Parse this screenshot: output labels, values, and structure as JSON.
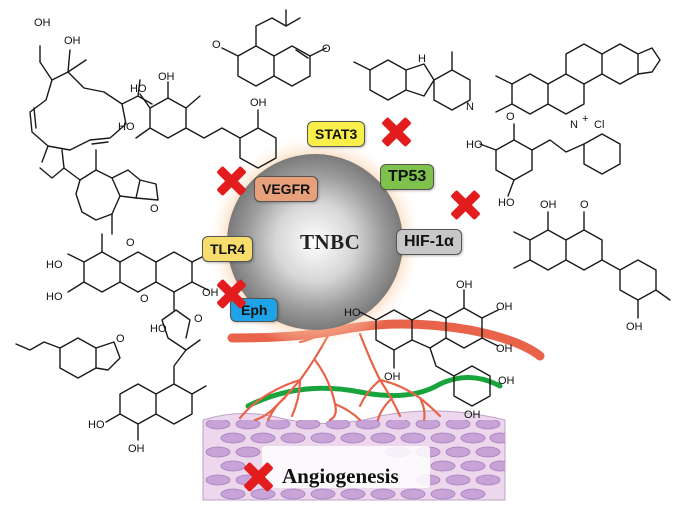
{
  "center": {
    "label": "TNBC"
  },
  "targets": {
    "stat3": "STAT3",
    "vegfr": "VEGFR",
    "tp53": "TP53",
    "tlr4": "TLR4",
    "hif1a": "HIF-1α",
    "eph": "Eph"
  },
  "outcome": {
    "label": "Angiogenesis"
  },
  "atom_labels": {
    "oh": "OH",
    "ho": "HO",
    "o": "O",
    "n": "N",
    "h": "H",
    "cl": "Cl",
    "plus": "+"
  },
  "colors": {
    "stat3": "#f9ef4a",
    "vegfr": "#e8a07a",
    "tp53": "#7ec24b",
    "tlr4": "#f7dd6b",
    "hif1a": "#c7c7c7",
    "eph": "#1fa3e8",
    "inhibit_x": "#e31d1d",
    "vessel_red": "#e8634a",
    "vessel_green": "#17a43c",
    "tissue_fill": "#e8cfe8",
    "cell_fill": "#c8a3d8"
  }
}
